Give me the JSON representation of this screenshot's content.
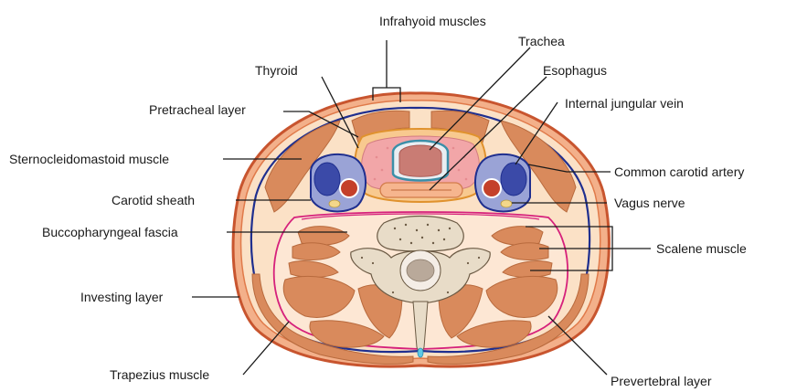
{
  "labels": {
    "infrahyoid": "Infrahyoid muscles",
    "trachea": "Trachea",
    "thyroid": "Thyroid",
    "esophagus": "Esophagus",
    "pretracheal": "Pretracheal layer",
    "ijv": "Internal jungular vein",
    "scm": "Sternocleidomastoid muscle",
    "cca": "Common carotid artery",
    "carotid_sheath": "Carotid sheath",
    "vagus": "Vagus nerve",
    "bucco": "Buccopharyngeal fascia",
    "scalene": "Scalene muscle",
    "investing": "Investing layer",
    "trapezius": "Trapezius muscle",
    "prevertebral": "Prevertebral layer"
  },
  "colors": {
    "outer_fascia": "#c8552f",
    "skin_fill": "#fbe1c6",
    "muscle": "#d98a5c",
    "muscle_dark": "#b86a3d",
    "investing_layer": "#1f2f8f",
    "prevertebral_layer": "#d6217b",
    "thyroid_fill": "#f2a6a8",
    "trachea_fill": "#c97c74",
    "esophagus_fill": "#f6b58e",
    "carotid_sheath": "#9aa3d6",
    "vein": "#3b4aa8",
    "artery": "#c4402a",
    "nerve": "#f3d78a",
    "vertebra": "#e8dcc8",
    "vertebra_dots": "#6b5a44",
    "cord": "#b9a99a"
  }
}
